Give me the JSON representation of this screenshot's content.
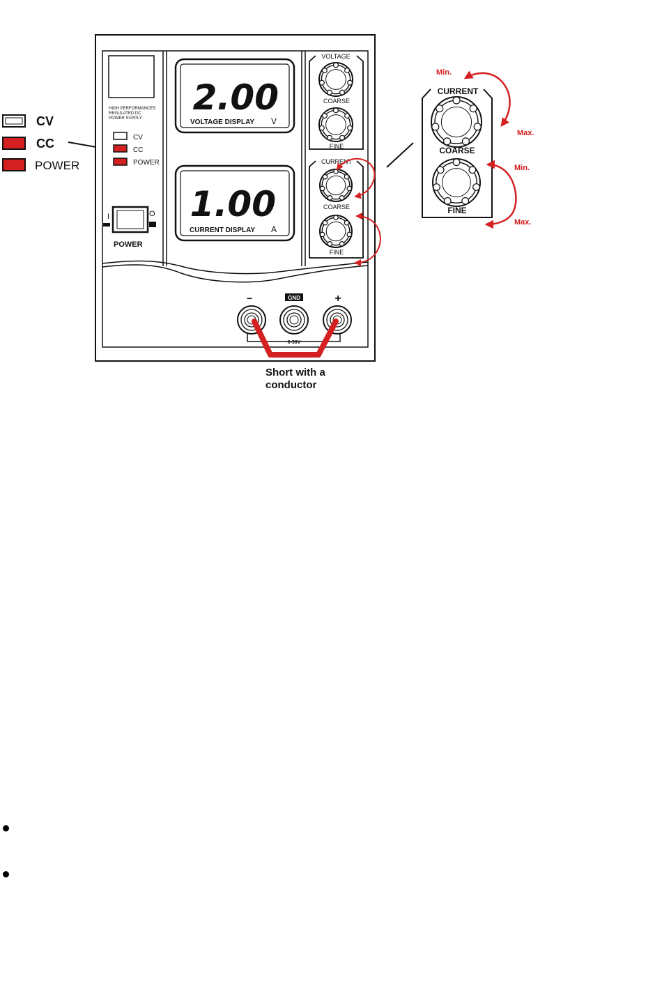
{
  "legend": {
    "items": [
      {
        "label": "CV",
        "color": "#ffffff"
      },
      {
        "label": "CC",
        "color": "#d42020"
      },
      {
        "label": "POWER",
        "color": "#d42020"
      }
    ]
  },
  "panel": {
    "brand_lines": [
      "HIGH PERFORMANCES",
      "REGULATED DC",
      "POWER SUPPLY"
    ],
    "indicators": [
      "CV",
      "CC",
      "POWER"
    ],
    "power_label": "POWER",
    "switch_on": "I",
    "switch_off": "O",
    "voltage_display": {
      "value": "2.00",
      "label": "VOLTAGE DISPLAY",
      "unit": "V"
    },
    "current_display": {
      "value": "1.00",
      "label": "CURRENT DISPLAY",
      "unit": "A"
    },
    "voltage_group": {
      "title": "VOLTAGE",
      "coarse": "COARSE",
      "fine": "FINE"
    },
    "current_group": {
      "title": "CURRENT",
      "coarse": "COARSE",
      "fine": "FINE"
    },
    "terminals": {
      "minus": "−",
      "gnd": "GND",
      "plus": "+",
      "range": "0-30V"
    }
  },
  "callout": {
    "title": "CURRENT",
    "coarse": "COARSE",
    "fine": "FINE",
    "min1": "Min.",
    "max1": "Max.",
    "min2": "Min.",
    "max2": "Max."
  },
  "caption": {
    "line1": "Short with a",
    "line2": "conductor"
  },
  "colors": {
    "accent_red": "#d42020",
    "ink": "#111111"
  }
}
